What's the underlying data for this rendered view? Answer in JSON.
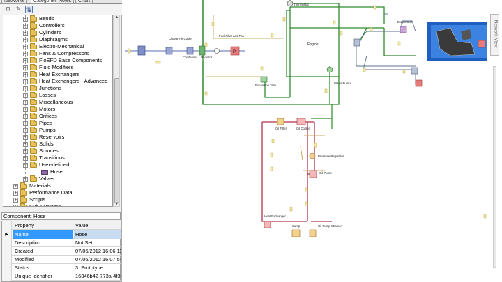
{
  "tabs": [
    {
      "label": "Networks",
      "active": false
    },
    {
      "label": "Categories",
      "active": true
    },
    {
      "label": "Notes",
      "active": false
    },
    {
      "label": "Chart",
      "active": false
    }
  ],
  "toolbar": {
    "buttons": [
      {
        "icon": "gear-icon",
        "glyph": "⚙"
      },
      {
        "icon": "pin-icon",
        "glyph": "✎"
      },
      {
        "icon": "sort-icon",
        "glyph": "⇅",
        "pressed": true
      }
    ]
  },
  "tree": [
    {
      "label": "Bends",
      "depth": 2,
      "exp": "+"
    },
    {
      "label": "Controllers",
      "depth": 2,
      "exp": "+"
    },
    {
      "label": "Cylinders",
      "depth": 2,
      "exp": "+"
    },
    {
      "label": "Diaphragms",
      "depth": 2,
      "exp": "+"
    },
    {
      "label": "Electro-Mechanical",
      "depth": 2,
      "exp": "+"
    },
    {
      "label": "Fans & Compressors",
      "depth": 2,
      "exp": "+"
    },
    {
      "label": "FloEFD Base Components",
      "depth": 2,
      "exp": "+"
    },
    {
      "label": "Fluid Modifiers",
      "depth": 2,
      "exp": "+"
    },
    {
      "label": "Heat Exchangers",
      "depth": 2,
      "exp": "+"
    },
    {
      "label": "Heat Exchangers - Advanced",
      "depth": 2,
      "exp": "+"
    },
    {
      "label": "Junctions",
      "depth": 2,
      "exp": "+"
    },
    {
      "label": "Losses",
      "depth": 2,
      "exp": "+"
    },
    {
      "label": "Miscellaneous",
      "depth": 2,
      "exp": "+"
    },
    {
      "label": "Motors",
      "depth": 2,
      "exp": "+"
    },
    {
      "label": "Orifices",
      "depth": 2,
      "exp": "+"
    },
    {
      "label": "Pipes",
      "depth": 2,
      "exp": "+"
    },
    {
      "label": "Pumps",
      "depth": 2,
      "exp": "+"
    },
    {
      "label": "Reservoirs",
      "depth": 2,
      "exp": "+"
    },
    {
      "label": "Solids",
      "depth": 2,
      "exp": "+"
    },
    {
      "label": "Sources",
      "depth": 2,
      "exp": "+"
    },
    {
      "label": "Transitions",
      "depth": 2,
      "exp": "+"
    },
    {
      "label": "User-defined",
      "depth": 2,
      "exp": "-"
    },
    {
      "label": "Hose",
      "depth": 3,
      "exp": "",
      "icon": "hose"
    },
    {
      "label": "Valves",
      "depth": 2,
      "exp": "+"
    },
    {
      "label": "Materials",
      "depth": 1,
      "exp": "+"
    },
    {
      "label": "Performance Data",
      "depth": 1,
      "exp": "+"
    },
    {
      "label": "Scripts",
      "depth": 1,
      "exp": "+"
    },
    {
      "label": "Sub-Systems",
      "depth": 1,
      "exp": "+"
    }
  ],
  "properties": {
    "title": "Component: Hose",
    "col_property": "Property",
    "col_value": "Value",
    "rows": [
      {
        "key": "Name",
        "value": "Hose",
        "selected": true
      },
      {
        "key": "Description",
        "value": "Not Set"
      },
      {
        "key": "Created",
        "value": "07/06/2012 16:06:11"
      },
      {
        "key": "Modified",
        "value": "07/06/2012 16:07:54"
      },
      {
        "key": "Status",
        "value": "3. Prototype"
      },
      {
        "key": "Unique Identifier",
        "value": "16346b42-773a-4f3f..."
      }
    ]
  },
  "canvas": {
    "labels": {
      "charge_air_cooler": "Charge Air Cooler",
      "condenser": "Condenser",
      "radiator": "Radiator",
      "fuel_filter": "Fuel Filter and Fan",
      "thermostat": "Thermostat",
      "engine": "Engine",
      "evaporator": "Evaporator",
      "expansion_tank": "Expansion Tank",
      "water_pump": "Water Pump",
      "oil_cooler": "Oil Cooler",
      "oil_filter": "Oil Filter",
      "pressure_regulator": "Pressure Regulator",
      "oil_pump": "Oil Pump",
      "heat_exchanger": "Heat Exchanger",
      "sump": "Sump",
      "oil_pump_strainer": "Oil Pump Strainer"
    },
    "colors": {
      "coolant": "#2f8a2f",
      "oil": "#b0334b",
      "air": "#5a6fb0",
      "refrigerant": "#3a3a8a"
    }
  },
  "side_panel": {
    "label": "Network View"
  }
}
